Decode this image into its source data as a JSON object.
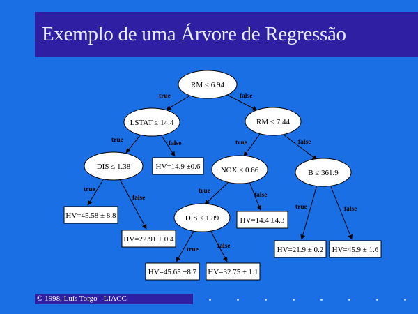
{
  "slide": {
    "title": "Exemplo de uma Árvore de Regressão",
    "footer": "© 1998, Luís Torgo - LIACC"
  },
  "tree": {
    "nodes": [
      {
        "id": "rm-694",
        "kind": "test",
        "label": "RM ≤ 6.94"
      },
      {
        "id": "lstat-144",
        "kind": "test",
        "label": "LSTAT ≤ 14.4"
      },
      {
        "id": "rm-744",
        "kind": "test",
        "label": "RM ≤ 7.44"
      },
      {
        "id": "dis-138",
        "kind": "test",
        "label": "DIS ≤ 1.38"
      },
      {
        "id": "leaf-149",
        "kind": "leaf",
        "label": "HV=14.9 ±0.6"
      },
      {
        "id": "nox-066",
        "kind": "test",
        "label": "NOX ≤ 0.66"
      },
      {
        "id": "b-3619",
        "kind": "test",
        "label": "B ≤ 361.9"
      },
      {
        "id": "leaf-4558",
        "kind": "leaf",
        "label": "HV=45.58 ± 8.8"
      },
      {
        "id": "leaf-2291",
        "kind": "leaf",
        "label": "HV=22.91 ± 0.4"
      },
      {
        "id": "dis-189",
        "kind": "test",
        "label": "DIS ≤ 1.89"
      },
      {
        "id": "leaf-144",
        "kind": "leaf",
        "label": "HV=14.4 ±4.3"
      },
      {
        "id": "leaf-219",
        "kind": "leaf",
        "label": "HV=21.9 ± 0.2"
      },
      {
        "id": "leaf-459",
        "kind": "leaf",
        "label": "HV=45.9 ± 1.6"
      },
      {
        "id": "leaf-4565",
        "kind": "leaf",
        "label": "HV=45.65 ±8.7"
      },
      {
        "id": "leaf-3275",
        "kind": "leaf",
        "label": "HV=32.75 ± 1.1"
      }
    ],
    "edges": [
      {
        "from": "rm-694",
        "to": "lstat-144",
        "label": "true"
      },
      {
        "from": "rm-694",
        "to": "rm-744",
        "label": "false"
      },
      {
        "from": "lstat-144",
        "to": "dis-138",
        "label": "true"
      },
      {
        "from": "lstat-144",
        "to": "leaf-149",
        "label": "false"
      },
      {
        "from": "rm-744",
        "to": "nox-066",
        "label": "true"
      },
      {
        "from": "rm-744",
        "to": "b-3619",
        "label": "false"
      },
      {
        "from": "dis-138",
        "to": "leaf-4558",
        "label": "true"
      },
      {
        "from": "dis-138",
        "to": "leaf-2291",
        "label": "false"
      },
      {
        "from": "nox-066",
        "to": "dis-189",
        "label": "true"
      },
      {
        "from": "nox-066",
        "to": "leaf-144",
        "label": "false"
      },
      {
        "from": "b-3619",
        "to": "leaf-219",
        "label": "true"
      },
      {
        "from": "b-3619",
        "to": "leaf-459",
        "label": "false"
      },
      {
        "from": "dis-189",
        "to": "leaf-4565",
        "label": "true"
      },
      {
        "from": "dis-189",
        "to": "leaf-3275",
        "label": "false"
      }
    ]
  }
}
